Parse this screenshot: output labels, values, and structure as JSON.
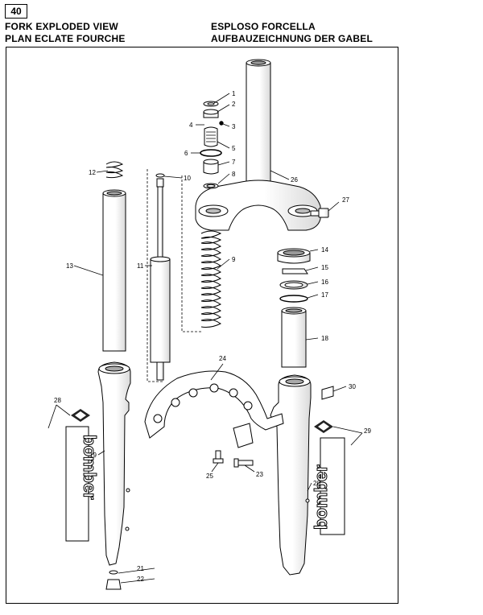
{
  "page_number": "40",
  "titles": {
    "en": "FORK EXPLODED VIEW",
    "fr": "PLAN ECLATE FOURCHE",
    "it": "ESPLOSO FORCELLA",
    "de": "AUFBAUZEICHNUNG DER GABEL"
  },
  "callouts": [
    "1",
    "2",
    "3",
    "4",
    "5",
    "6",
    "7",
    "8",
    "9",
    "10",
    "11",
    "12",
    "13",
    "14",
    "15",
    "16",
    "17",
    "18",
    "19",
    "20",
    "21",
    "22",
    "23",
    "24",
    "25",
    "26",
    "27",
    "28",
    "29",
    "30"
  ],
  "decal_brand": "bomber"
}
